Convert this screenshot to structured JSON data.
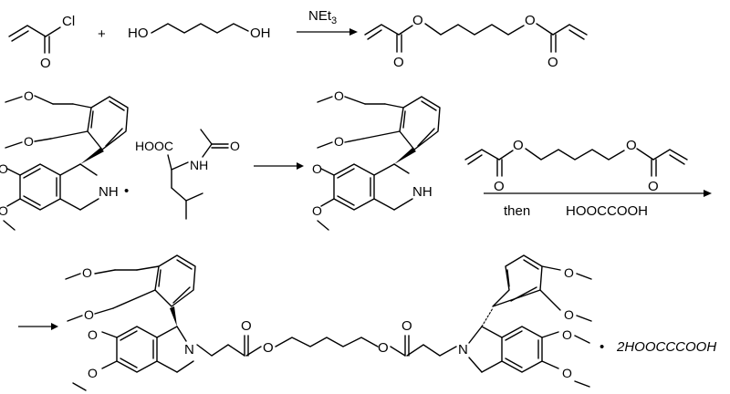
{
  "row1": {
    "reactant1": {
      "chlorine": "Cl",
      "oxygen": "O"
    },
    "plus": "+",
    "reactant2": {
      "hydroxyl_left": "HO",
      "hydroxyl_right": "OH"
    },
    "reagent": {
      "text": "NEt",
      "subscript": "3"
    },
    "product": {
      "ester_o1": "O",
      "carbonyl_o1": "O",
      "ester_o2": "O",
      "carbonyl_o2": "O"
    }
  },
  "row2": {
    "reactant_salt": {
      "amine": "NH",
      "salt_dot": "•",
      "acid_group": "HOOC",
      "amide_nh": "NH",
      "amide_o": "O",
      "methoxy_o": "O"
    },
    "free_base": {
      "amine": "NH",
      "methoxy_o": "O"
    },
    "diacrylate": {
      "ester_o": "O",
      "carbonyl_o": "O"
    },
    "condition_then": "then",
    "condition_acid": "HOOCCOOH"
  },
  "row3": {
    "nitrogen": "N",
    "ester_o": "O",
    "carbonyl_o": "O",
    "methoxy_o": "O",
    "salt_dot": "•",
    "salt_label": "2HOOCCCOOH"
  }
}
